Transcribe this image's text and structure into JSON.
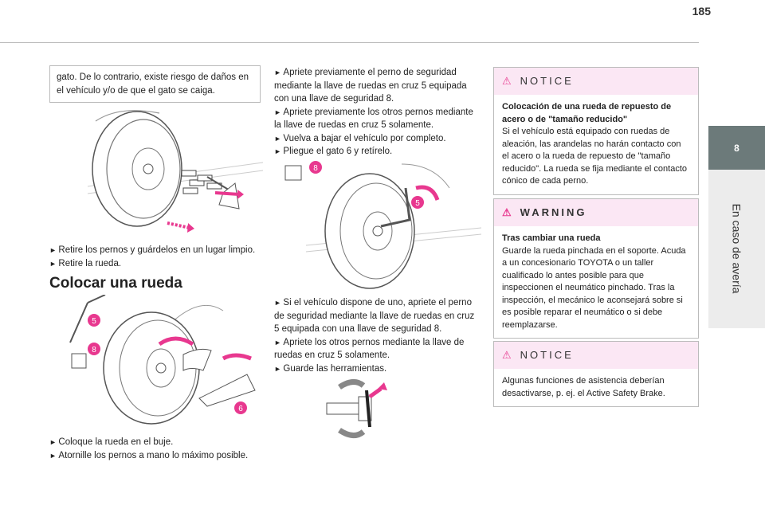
{
  "page": {
    "number": "185"
  },
  "side": {
    "chapter": "8",
    "title": "En caso de avería"
  },
  "col1": {
    "box_text": "gato. De lo contrario, existe riesgo de daños en el vehículo y/o de que el gato se caiga.",
    "bullets_a": [
      "Retire los pernos y guárdelos en un lugar limpio.",
      "Retire la rueda."
    ],
    "heading": "Colocar una rueda",
    "img2_labels": [
      "5",
      "8",
      "6"
    ],
    "bullets_b": [
      "Coloque la rueda en el buje.",
      "Atornille los pernos a mano lo máximo posible."
    ]
  },
  "col2": {
    "bullets_a": [
      "Apriete previamente el perno de seguridad mediante la llave de ruedas en cruz 5 equipada con una llave de seguridad 8.",
      "Apriete previamente los otros pernos mediante la llave de ruedas en cruz 5 solamente.",
      "Vuelva a bajar el vehículo por completo.",
      "Pliegue el gato 6 y retírelo."
    ],
    "img_labels": [
      "8",
      "5"
    ],
    "bullets_b": [
      "Si el vehículo dispone de uno, apriete el perno de seguridad mediante la llave de ruedas en cruz 5 equipada con una llave de seguridad 8.",
      "Apriete los otros pernos mediante la llave de ruedas en cruz 5 solamente.",
      "Guarde las herramientas."
    ]
  },
  "notice1": {
    "header": "NOTICE",
    "title": "Colocación de una rueda de repuesto de acero o de \"tamaño reducido\"",
    "text": "Si el vehículo está equipado con ruedas de aleación, las arandelas no harán contacto con el acero o la rueda de repuesto de \"tamaño reducido\". La rueda se fija mediante el contacto cónico de cada perno."
  },
  "warning": {
    "header": "WARNING",
    "title": "Tras cambiar una rueda",
    "text": "Guarde la rueda pinchada en el soporte. Acuda a un concesionario TOYOTA o un taller cualificado lo antes posible para que inspeccionen el neumático pinchado. Tras la inspección, el mecánico le aconsejará sobre si es posible reparar el neumático o si debe reemplazarse."
  },
  "notice2": {
    "header": "NOTICE",
    "text": "Algunas funciones de asistencia deberían desactivarse, p. ej. el Active Safety Brake."
  },
  "colors": {
    "accent": "#e8388f",
    "notice_bg": "#fbe7f4",
    "tab": "#6c7a7a"
  }
}
